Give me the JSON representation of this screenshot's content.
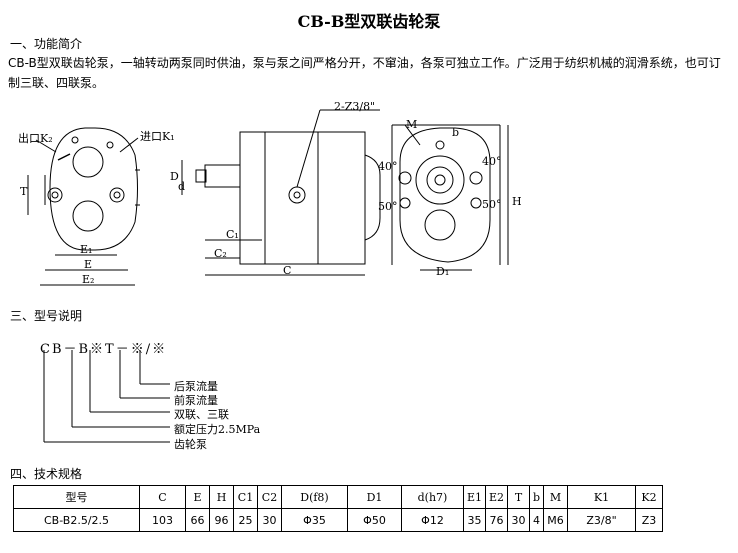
{
  "title": "CB-B型双联齿轮泵",
  "section1": {
    "heading": "一、功能简介",
    "text": "CB-B型双联齿轮泵，一轴转动两泵同时供油，泵与泵之间严格分开，不窜油，各泵可独立工作。广泛用于纺织机械的润滑系统，也可订制三联、四联泵。"
  },
  "drawing": {
    "outlet": "出口K₂",
    "inlet": "进口K₁",
    "thread": "2-Z3/8\"",
    "dims": {
      "T": "T",
      "E1": "E₁",
      "E": "E",
      "E2": "E₂",
      "D": "D",
      "d": "d",
      "C1": "C₁",
      "C2": "C₂",
      "C": "C",
      "M": "M",
      "b": "b",
      "H": "H",
      "D1": "D₁",
      "a40": "40°",
      "a50": "50°"
    }
  },
  "section3": {
    "heading": "三、型号说明",
    "code": "CB－B※T－※/※",
    "labels": [
      "后泵流量",
      "前泵流量",
      "双联、三联",
      "额定压力2.5MPa",
      "齿轮泵"
    ]
  },
  "section4": {
    "heading": "四、技术规格",
    "headers": [
      "型号",
      "C",
      "E",
      "H",
      "C1",
      "C2",
      "D(f8)",
      "D1",
      "d(h7)",
      "E1",
      "E2",
      "T",
      "b",
      "M",
      "K1",
      "K2"
    ],
    "row": [
      "CB-B2.5/2.5",
      "103",
      "66",
      "96",
      "25",
      "30",
      "Φ35",
      "Φ50",
      "Φ12",
      "35",
      "76",
      "30",
      "4",
      "M6",
      "Z3/8\"",
      "Z3"
    ]
  }
}
